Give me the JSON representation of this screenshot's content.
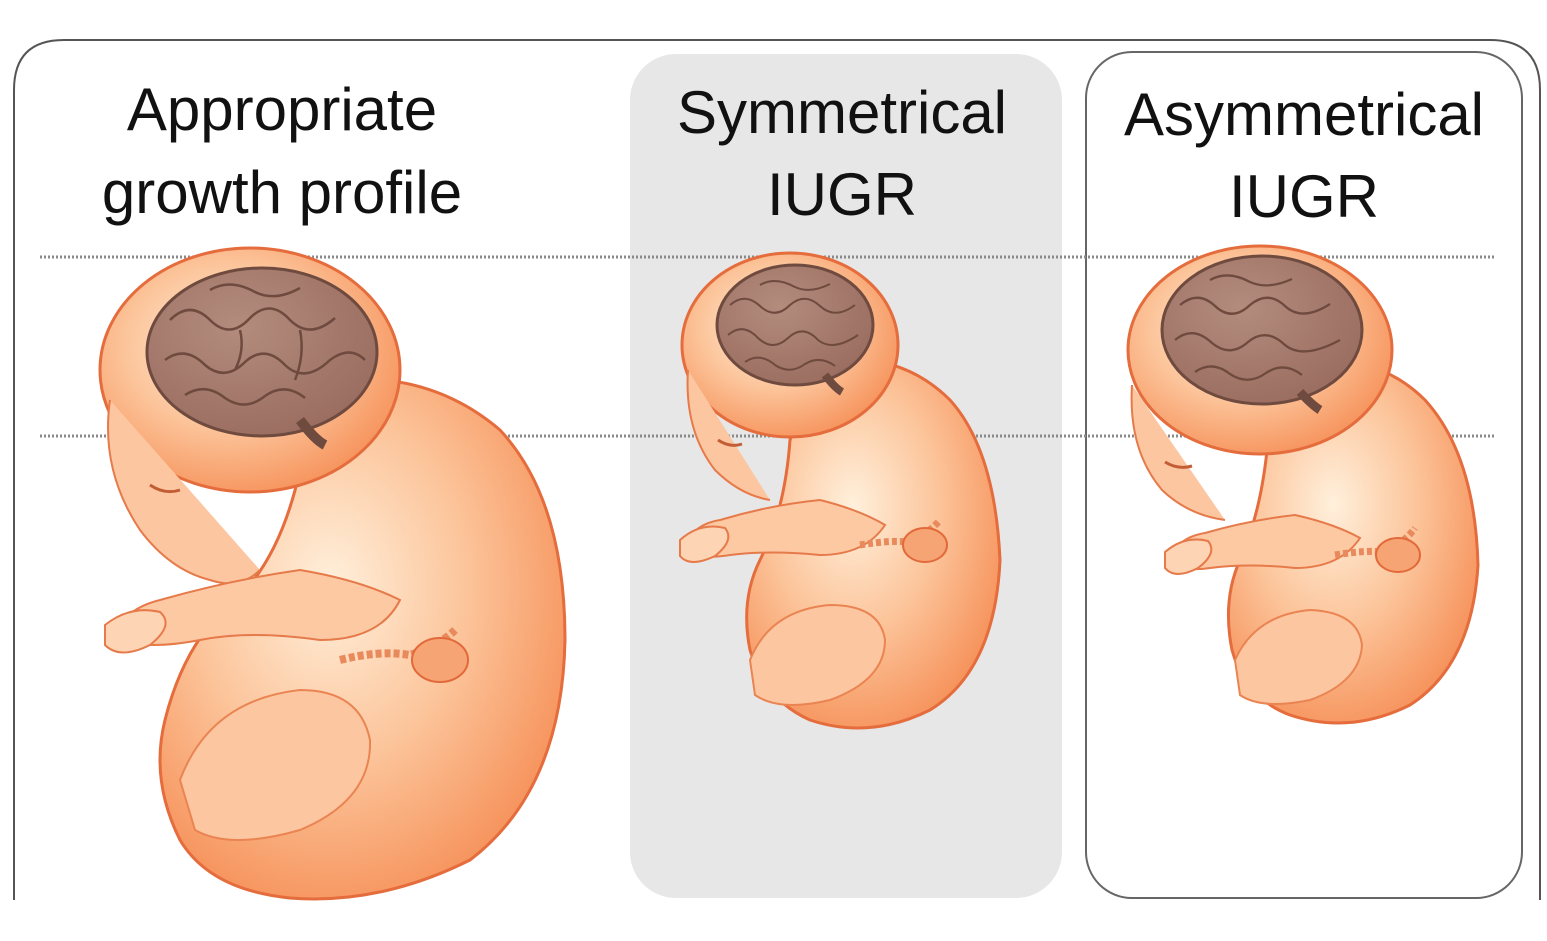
{
  "panels": [
    {
      "id": "appropriate",
      "title_line1": "Appropriate",
      "title_line2": "growth profile"
    },
    {
      "id": "symmetrical",
      "title_line1": "Symmetrical",
      "title_line2": "IUGR"
    },
    {
      "id": "asymmetrical",
      "title_line1": "Asymmetrical",
      "title_line2": "IUGR"
    }
  ],
  "colors": {
    "frame": "#555555",
    "symmetrical_panel_bg": "#e7e7e7",
    "body_skin": "#f6a06c",
    "body_edge": "#e2693a",
    "brain": "#a77a6c",
    "brain_line": "#6f4a3f",
    "guide_line": "#8a8a8a"
  },
  "icons": {
    "appropriate_fetus": "fetus-large-icon",
    "symmetrical_fetus": "fetus-small-icon",
    "asymmetrical_fetus": "fetus-small-large-head-icon"
  }
}
